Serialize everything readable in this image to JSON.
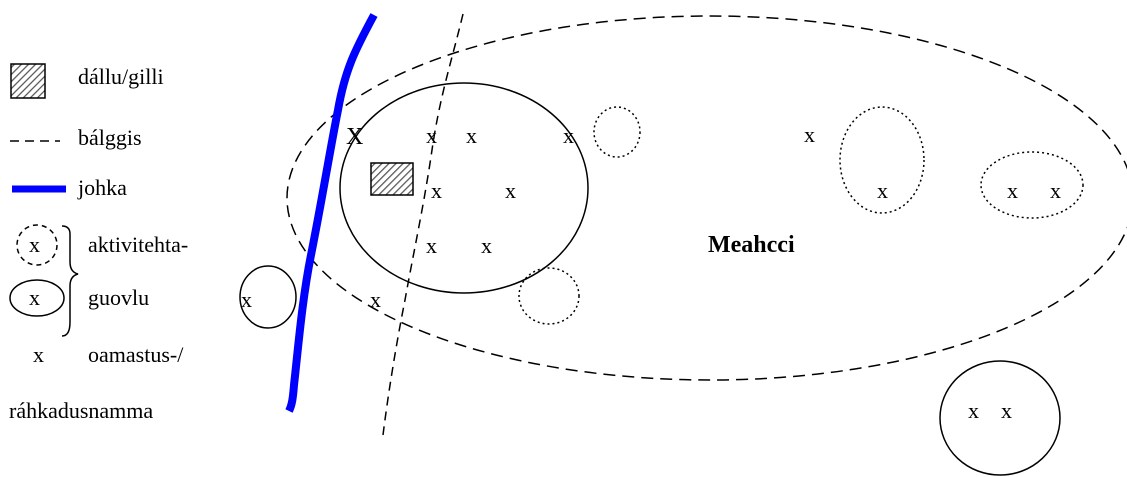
{
  "legend": {
    "hatched_label": "dállu/gilli",
    "dashed_label": "bálggis",
    "river_label": "johka",
    "activity_label_line1": "aktivitehta-",
    "activity_label_line2": "guovlu",
    "x_symbol": "x",
    "point_label_line1": "oamastus-/",
    "point_label_line2": "ráhkadusnamma"
  },
  "map": {
    "forest_label": "Meahcci",
    "big_x": "X",
    "x_mark": "x"
  },
  "colors": {
    "river": "#0000ff",
    "line": "#000000",
    "hatch": "#555555",
    "background": "#ffffff"
  }
}
